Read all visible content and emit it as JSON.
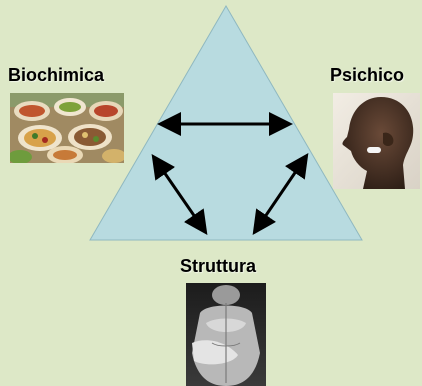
{
  "labels": {
    "biochemistry": "Biochimica",
    "psychic": "Psichico",
    "structure": "Struttura"
  },
  "images": {
    "food_photo": "food-photo",
    "head_photo": "head-profile-photo",
    "body_photo": "muscular-torso-photo"
  },
  "colors": {
    "background": "#dde8c7",
    "triangle_fill": "#b8dbe0",
    "arrow": "#000000"
  }
}
